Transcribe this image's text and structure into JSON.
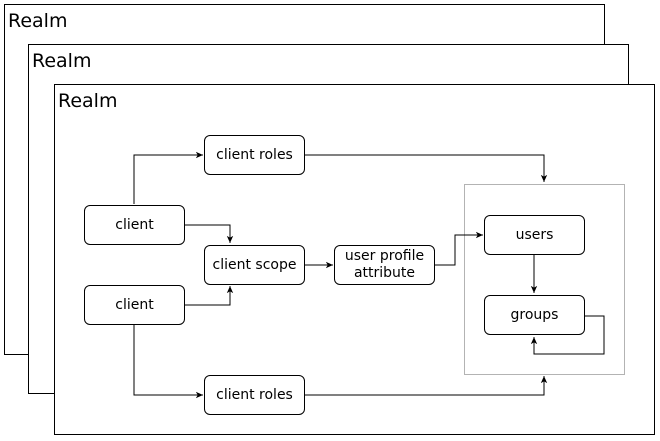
{
  "realms": [
    {
      "label": "Realm"
    },
    {
      "label": "Realm"
    },
    {
      "label": "Realm"
    }
  ],
  "nodes": {
    "client_top": "client",
    "client_bottom": "client",
    "client_roles_top": "client roles",
    "client_roles_bottom": "client roles",
    "client_scope": "client scope",
    "user_profile_attribute": "user profile\nattribute",
    "users": "users",
    "groups": "groups"
  },
  "colors": {
    "stroke": "#000000",
    "container_border": "#b3b3b3",
    "background": "#ffffff"
  }
}
